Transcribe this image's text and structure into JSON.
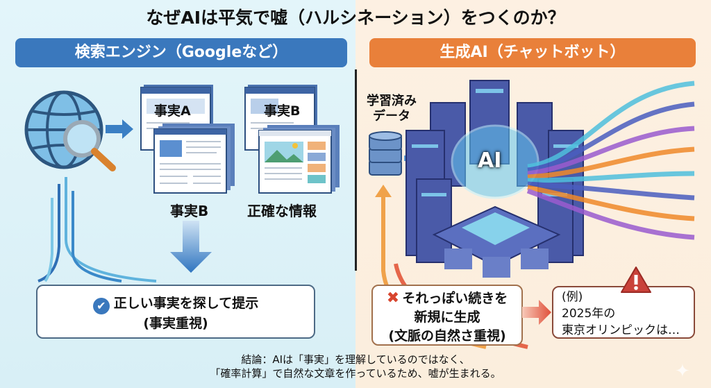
{
  "title": "なぜAIは平気で嘘（ハルシネーション）をつくのか？",
  "left": {
    "header": "検索エンジン（Googleなど）",
    "doc_labels": [
      "事実A",
      "事実B"
    ],
    "captions": [
      "事実B",
      "正確な情報"
    ],
    "result_line1": "正しい事実を探して提示",
    "result_line2": "(事実重視)",
    "colors": {
      "header": "#3a78bd"
    }
  },
  "right": {
    "header": "生成AI（チャットボット）",
    "data_label_line1": "学習済み",
    "data_label_line2": "データ",
    "ai_label": "AI",
    "result_line1": "それっぽい続きを",
    "result_line2": "新規に生成",
    "result_line3": "(文脈の自然さ重視)",
    "example_line1": "(例)",
    "example_line2": "2025年の",
    "example_line3": "東京オリンピックは…",
    "colors": {
      "header": "#e9803a"
    }
  },
  "conclusion_line1": "結論：AIは「事実」を理解しているのではなく、",
  "conclusion_line2": "「確率計算」で自然な文章を作っているため、嘘が生まれる。"
}
